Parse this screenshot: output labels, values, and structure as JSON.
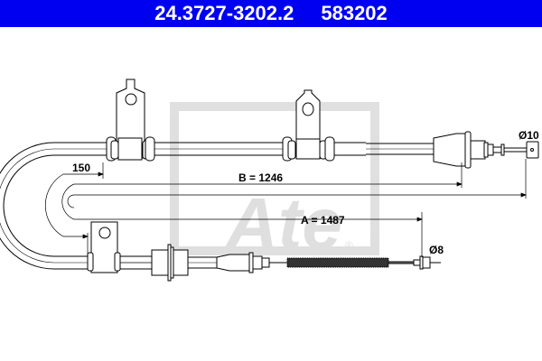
{
  "header": {
    "part_number": "24.3727-3202.2",
    "ref_number": "583202",
    "background_color": "#0000f0"
  },
  "drawing": {
    "dimensions": {
      "bend_offset": "150",
      "length_b": "B = 1246",
      "length_a": "A = 1487",
      "diameter_top_end": "Ø10",
      "diameter_bottom_end": "Ø8"
    },
    "watermark": "Ate",
    "watermark_mark": "®"
  }
}
